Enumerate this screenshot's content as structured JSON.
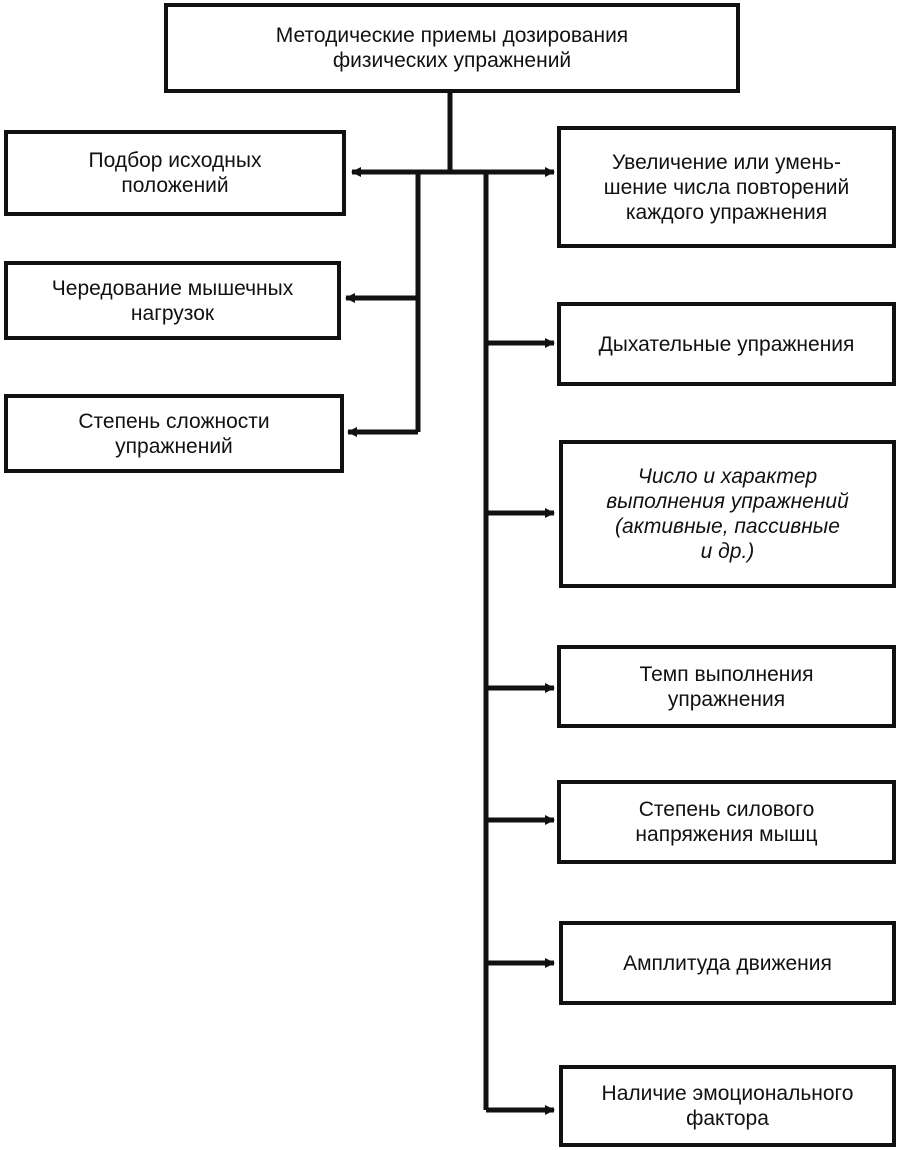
{
  "root": {
    "label": "Методические приемы дозирования\nфизических упражнений"
  },
  "left_nodes": [
    {
      "label": "Подбор исходных\nположений"
    },
    {
      "label": "Чередование мышечных\nнагрузок"
    },
    {
      "label": "Степень сложности\nупражнений"
    }
  ],
  "right_nodes": [
    {
      "label": "Увеличение или умень-\nшение числа повторений\nкаждого упражнения"
    },
    {
      "label": "Дыхательные упражнения"
    },
    {
      "label": "Число и характер\nвыполнения упражнений\n(активные, пассивные\nи др.)"
    },
    {
      "label": "Темп выполнения\nупражнения"
    },
    {
      "label": "Степень силового\nнапряжения мышц"
    },
    {
      "label": "Амплитуда движения"
    },
    {
      "label": "Наличие эмоционального\nфактора"
    }
  ],
  "colors": {
    "stroke": "#111111",
    "background": "#ffffff"
  }
}
